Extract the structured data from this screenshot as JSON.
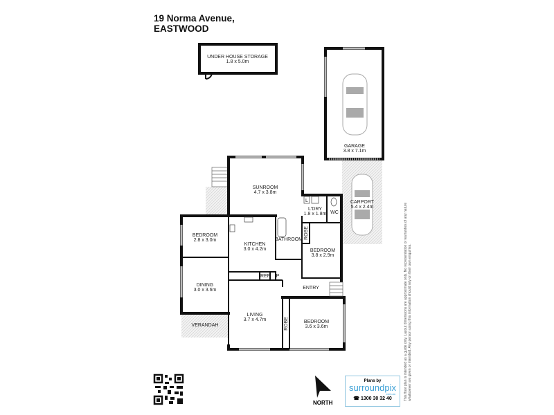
{
  "header": {
    "address_line1": "19 Norma Avenue,",
    "address_line2": "EASTWOOD"
  },
  "rooms": {
    "storage": {
      "name": "UNDER HOUSE STORAGE",
      "size": "1.8 x 5.0m"
    },
    "garage": {
      "name": "GARAGE",
      "size": "3.8 x 7.1m"
    },
    "carport": {
      "name": "CARPORT",
      "size": "5.4 x 2.4m"
    },
    "sunroom": {
      "name": "SUNROOM",
      "size": "4.7 x 3.8m"
    },
    "laundry": {
      "name": "L'DRY",
      "size": "1.8 x 1.8m",
      "tub": "L"
    },
    "wc": {
      "name": "WC"
    },
    "bathroom": {
      "name": "BATHROOM"
    },
    "bedroom1": {
      "name": "BEDROOM",
      "size": "2.8 x 3.0m"
    },
    "kitchen": {
      "name": "KITCHEN",
      "size": "3.0 x 4.2m"
    },
    "bedroom2": {
      "name": "BEDROOM",
      "size": "3.8 x 2.9m"
    },
    "robe1": {
      "name": "ROBE"
    },
    "dining": {
      "name": "DINING",
      "size": "3.0 x 3.6m"
    },
    "ref": {
      "name": "REF"
    },
    "pantry": {
      "name": "P"
    },
    "entry": {
      "name": "ENTRY"
    },
    "living": {
      "name": "LIVING",
      "size": "3.7 x 4.7m"
    },
    "robe2": {
      "name": "ROBE"
    },
    "bedroom3": {
      "name": "BEDROOM",
      "size": "3.6 x 3.6m"
    },
    "verandah": {
      "name": "VERANDAH"
    }
  },
  "compass": {
    "label": "NORTH",
    "icon": "north-arrow-icon"
  },
  "logo": {
    "tagline": "Plans by",
    "brand": "surroundpix",
    "domain": ".com.au",
    "phone": "1300 30 32 40",
    "brand_color": "#3a9fd5"
  },
  "disclaimer": "This floor plan is intended as a guide only. Layout dimensions are approximate only. No representation or warranties of any nature whatsoever are given or intended. Any person using this information should rely on their own enquiries."
}
